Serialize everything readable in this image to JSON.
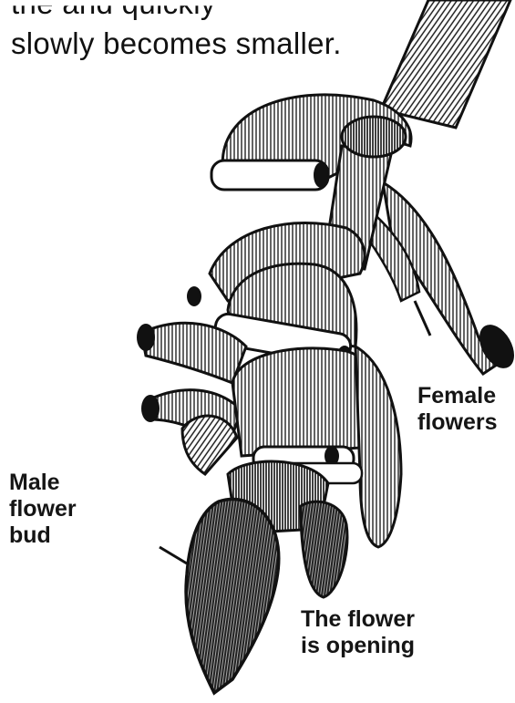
{
  "caption": {
    "line1": "the and quickly",
    "line2": "slowly becomes smaller."
  },
  "labels": {
    "female_flowers": [
      "Female",
      "flowers"
    ],
    "male_flower_bud": [
      "Male",
      "flower",
      "bud"
    ],
    "flower_opening": [
      "The flower",
      "is opening"
    ]
  }
}
